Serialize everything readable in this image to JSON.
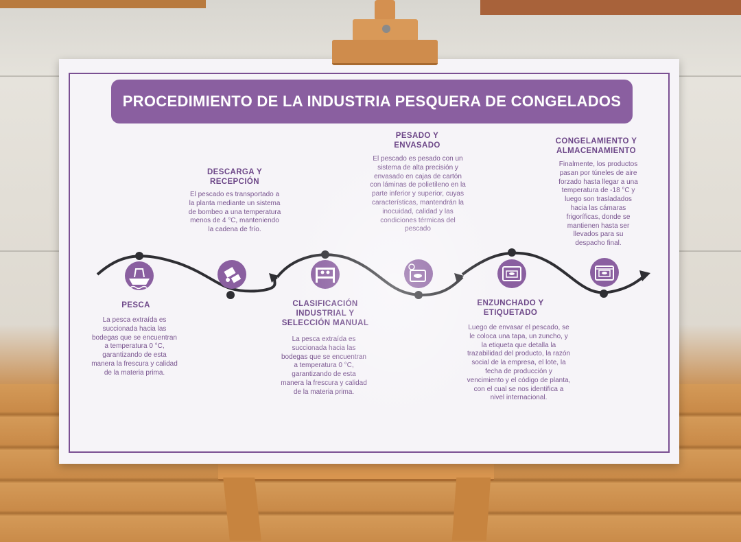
{
  "poster": {
    "title": "PROCEDIMIENTO DE LA INDUSTRIA PESQUERA DE CONGELADOS",
    "steps": [
      {
        "title": "PESCA",
        "text": "La pesca extraída es succionada hacia las bodegas que se encuentran a temperatura 0 °C, garantizando de esta manera la frescura y calidad de la materia prima.",
        "icon": "fishing-boat-icon"
      },
      {
        "title": "DESCARGA Y RECEPCIÓN",
        "text": "El pescado es transportado a la planta mediante un sistema de bombeo a una temperatura menos de 4 °C, manteniendo la cadena de frío.",
        "icon": "pump-icon"
      },
      {
        "title": "CLASIFICACIÓN INDUSTRIAL Y SELECCIÓN MANUAL",
        "text": "La pesca extraída es succionada hacia las bodegas que se encuentran a temperatura 0 °C, garantizando de esta manera la frescura y calidad de la materia prima.",
        "icon": "sorting-workers-icon"
      },
      {
        "title": "PESADO Y ENVASADO",
        "text": "El pescado es pesado con un sistema de alta precisión y envasado en cajas de cartón con láminas de polietileno en la parte inferior y superior, cuyas características, mantendrán la inocuidad, calidad y las condiciones térmicas del pescado",
        "icon": "scale-fish-icon"
      },
      {
        "title": "ENZUNCHADO Y ETIQUETADO",
        "text": "Luego de envasar el pescado, se le coloca una tapa, un zuncho, y la etiqueta que detalla la trazabilidad del producto, la razón social de la empresa, el lote, la fecha de producción y vencimiento y el código de planta, con el cual se nos identifica a nivel internacional.",
        "icon": "labeled-box-icon"
      },
      {
        "title": "CONGELAMIENTO Y ALMACENAMIENTO",
        "text": "Finalmente, los productos pasan por túneles de aire forzado hasta llegar a una temperatura de -18 °C y luego son trasladados hacia las cámaras frigoríficas, donde se mantienen hasta ser llevados para su despacho final.",
        "icon": "frozen-box-icon"
      }
    ]
  },
  "colors": {
    "accent": "#8a5fa0",
    "title_text": "#6d4788",
    "body_text": "#7a5690",
    "wave": "#2e2e33"
  }
}
